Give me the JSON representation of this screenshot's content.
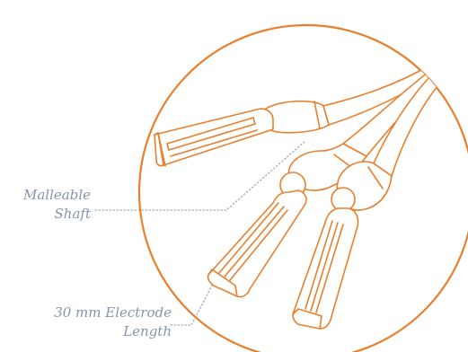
{
  "labels": {
    "shaft": {
      "line1": "Malleable",
      "line2": "Shaft"
    },
    "length": {
      "line1": "30 mm Electrode",
      "line2": "Length"
    }
  },
  "colors": {
    "stroke": "#e97f2c",
    "label_text": "#8795a8",
    "leader_line": "#9aa6b6",
    "background": "#ffffff"
  }
}
